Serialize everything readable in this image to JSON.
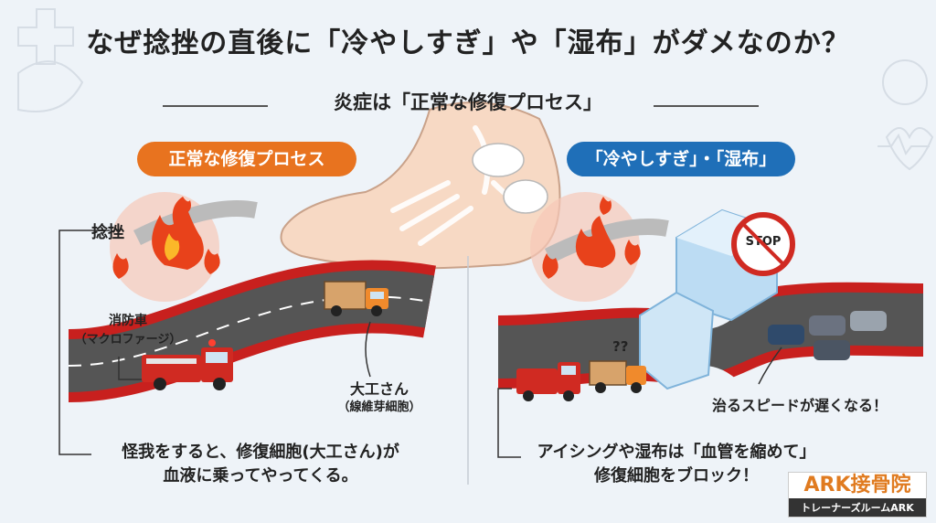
{
  "title": "なぜ捻挫の直後に「冷やしすぎ」や「湿布」がダメなのか？",
  "subtitle": "炎症は「正常な修復プロセス」",
  "left": {
    "pill": "正常な修復プロセス",
    "sprain_label": "捻挫",
    "firetruck_label": "消防車",
    "firetruck_sub": "（マクロファージ）",
    "carpenter_label": "大工さん",
    "carpenter_sub": "（線維芽細胞）",
    "caption_line1": "怪我をすると、修復細胞(大工さん)が",
    "caption_line2": "血液に乗ってやってくる。"
  },
  "right": {
    "pill": "「冷やしすぎ」・「湿布」",
    "stop_sign": "STOP",
    "question": "??",
    "slow_label": "治るスピードが遅くなる！",
    "caption_line1": "アイシングや湿布は「血管を縮めて」",
    "caption_line2": "修復細胞をブロック！"
  },
  "brand": {
    "name": "ARK接骨院",
    "sub": "トレーナーズルームARK"
  },
  "colors": {
    "orange": "#e8731f",
    "blue": "#1f6fb8",
    "vessel": "#c8201e",
    "road": "#555555"
  }
}
